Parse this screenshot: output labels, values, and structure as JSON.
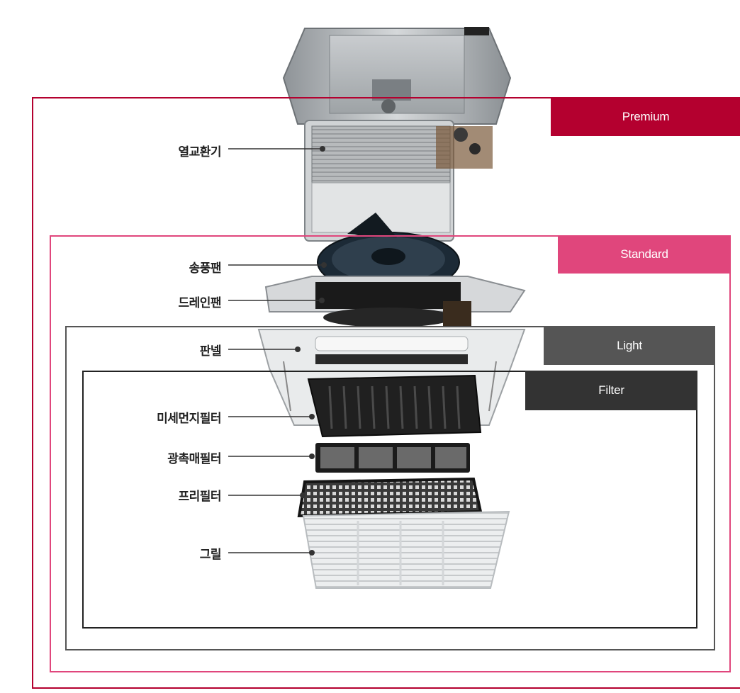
{
  "tiers": {
    "premium": {
      "label": "Premium",
      "color": "#b4002f"
    },
    "standard": {
      "label": "Standard",
      "color": "#e0467c"
    },
    "light": {
      "label": "Light",
      "color": "#555555"
    },
    "filter": {
      "label": "Filter",
      "color": "#333333"
    }
  },
  "components": {
    "heat_exchanger": "열교환기",
    "blower_fan": "송풍팬",
    "drain_pan": "드레인팬",
    "panel": "판넬",
    "fine_dust_filter": "미세먼지필터",
    "photocatalyst_filter": "광촉매필터",
    "pre_filter": "프리필터",
    "grille": "그릴"
  }
}
